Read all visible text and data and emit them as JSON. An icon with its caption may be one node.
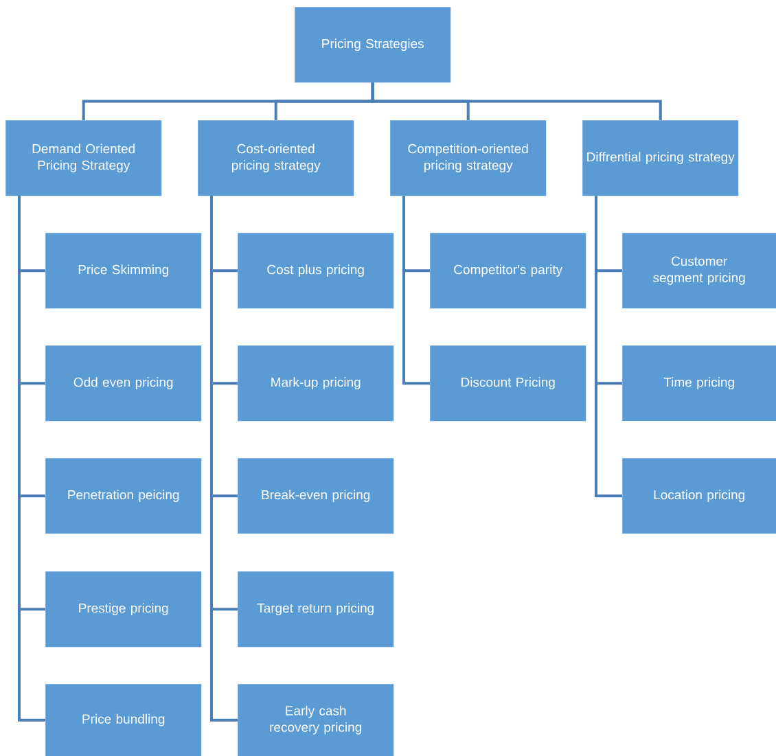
{
  "diagram": {
    "nodes": [
      {
        "text": [
          "Pricing Strategies"
        ]
      },
      {
        "text": [
          "Demand Oriented Pricing Strategy"
        ]
      },
      {
        "text": [
          "Cost-oriented pricing strategy"
        ]
      },
      {
        "text": [
          "Competition-oriented pricing strategy"
        ]
      },
      {
        "text": [
          "Diffrential pricing strategy"
        ]
      },
      {
        "text": [
          "Price Skimming"
        ]
      },
      {
        "text": [
          "Odd even pricing"
        ]
      },
      {
        "text": [
          "Penetration peicing"
        ]
      },
      {
        "text": [
          "Prestige pricing"
        ]
      },
      {
        "text": [
          "Price bundling"
        ]
      },
      {
        "text": [
          "Cost plus pricing"
        ]
      },
      {
        "text": [
          "Mark-up pricing"
        ]
      },
      {
        "text": [
          "Break-even pricing"
        ]
      },
      {
        "text": [
          "Target return pricing"
        ]
      },
      {
        "text": [
          "Early cash recovery pricing"
        ]
      },
      {
        "text": [
          "Competitor's parity"
        ]
      },
      {
        "text": [
          "Discount Pricing"
        ]
      },
      {
        "text": [
          "Customer segment pricing"
        ]
      },
      {
        "text": [
          "Time pricing"
        ]
      },
      {
        "text": [
          "Location pricing"
        ]
      }
    ],
    "edges": [
      {
        "from": 0,
        "to": 1,
        "arrow": "none"
      },
      {
        "from": 0,
        "to": 2,
        "arrow": "none"
      },
      {
        "from": 0,
        "to": 3,
        "arrow": "none"
      },
      {
        "from": 0,
        "to": 4,
        "arrow": "none"
      },
      {
        "from": 1,
        "to": 5,
        "arrow": "none"
      },
      {
        "from": 1,
        "to": 6,
        "arrow": "none"
      },
      {
        "from": 1,
        "to": 7,
        "arrow": "none"
      },
      {
        "from": 1,
        "to": 8,
        "arrow": "none"
      },
      {
        "from": 1,
        "to": 9,
        "arrow": "none"
      },
      {
        "from": 2,
        "to": 10,
        "arrow": "none"
      },
      {
        "from": 2,
        "to": 11,
        "arrow": "none"
      },
      {
        "from": 2,
        "to": 12,
        "arrow": "none"
      },
      {
        "from": 2,
        "to": 13,
        "arrow": "none"
      },
      {
        "from": 2,
        "to": 14,
        "arrow": "none"
      },
      {
        "from": 3,
        "to": 15,
        "arrow": "none"
      },
      {
        "from": 3,
        "to": 16,
        "arrow": "none"
      },
      {
        "from": 4,
        "to": 17,
        "arrow": "none"
      },
      {
        "from": 4,
        "to": 18,
        "arrow": "none"
      },
      {
        "from": 4,
        "to": 19,
        "arrow": "none"
      }
    ]
  }
}
